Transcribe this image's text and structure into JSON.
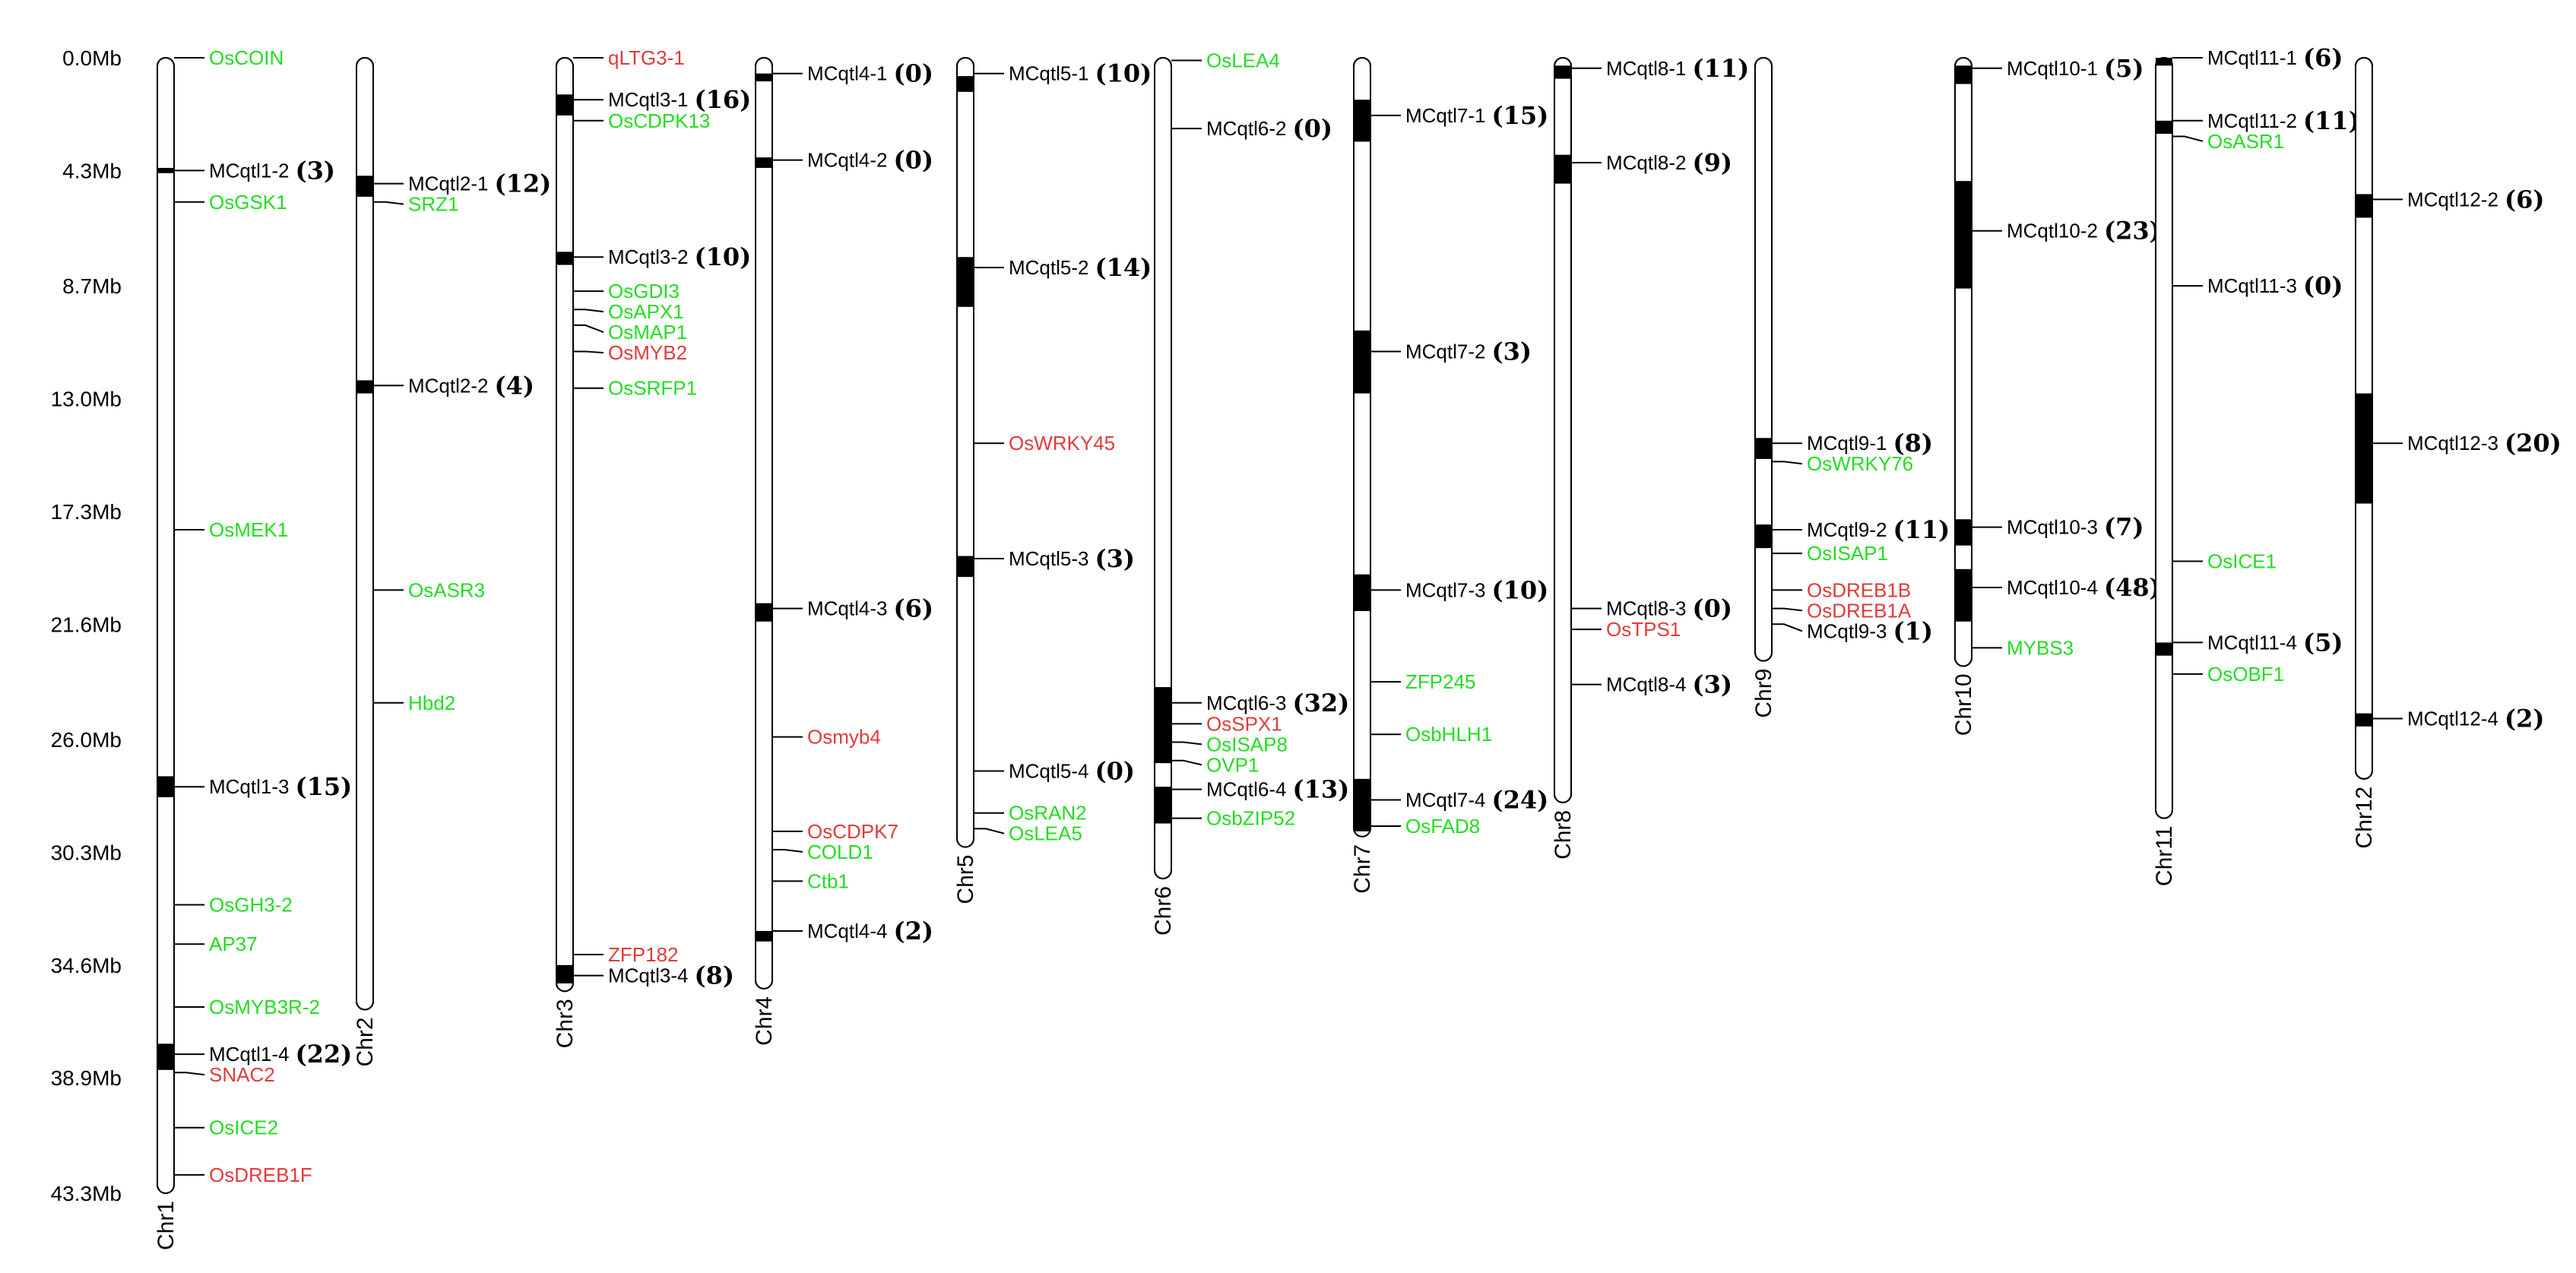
{
  "colors": {
    "green": "#22dd22",
    "red": "#e23a3a",
    "black": "#000000"
  },
  "axis": {
    "unit": "Mb",
    "max": 43.3,
    "ticks": [
      {
        "label": "0.0Mb",
        "value": 0.0
      },
      {
        "label": "4.3Mb",
        "value": 4.3
      },
      {
        "label": "8.7Mb",
        "value": 8.7
      },
      {
        "label": "13.0Mb",
        "value": 13.0
      },
      {
        "label": "17.3Mb",
        "value": 17.3
      },
      {
        "label": "21.6Mb",
        "value": 21.6
      },
      {
        "label": "26.0Mb",
        "value": 26.0
      },
      {
        "label": "30.3Mb",
        "value": 30.3
      },
      {
        "label": "34.6Mb",
        "value": 34.6
      },
      {
        "label": "38.9Mb",
        "value": 38.9
      },
      {
        "label": "43.3Mb",
        "value": 43.3
      }
    ]
  },
  "chromosomes": [
    {
      "name": "Chr1",
      "length": 43.3,
      "blocks": [
        {
          "start": 4.2,
          "end": 4.4
        },
        {
          "start": 27.4,
          "end": 28.2
        },
        {
          "start": 37.6,
          "end": 38.6
        }
      ],
      "markers": [
        {
          "pos": 0.0,
          "label": "OsCOIN",
          "color": "green"
        },
        {
          "pos": 4.3,
          "label": "MCqtl1-2",
          "count": "(3)",
          "color": "black"
        },
        {
          "pos": 5.5,
          "label": "OsGSK1",
          "color": "green"
        },
        {
          "pos": 18.0,
          "label": "OsMEK1",
          "color": "green"
        },
        {
          "pos": 27.8,
          "label": "MCqtl1-3",
          "count": "(15)",
          "color": "black"
        },
        {
          "pos": 32.3,
          "label": "OsGH3-2",
          "color": "green"
        },
        {
          "pos": 33.8,
          "label": "AP37",
          "color": "green"
        },
        {
          "pos": 36.2,
          "label": "OsMYB3R-2",
          "color": "green"
        },
        {
          "pos": 38.0,
          "label": "MCqtl1-4",
          "count": "(22)",
          "color": "black"
        },
        {
          "pos": 38.7,
          "label": "SNAC2",
          "color": "red"
        },
        {
          "pos": 40.8,
          "label": "OsICE2",
          "color": "green"
        },
        {
          "pos": 42.6,
          "label": "OsDREB1F",
          "color": "red"
        }
      ]
    },
    {
      "name": "Chr2",
      "length": 36.3,
      "blocks": [
        {
          "start": 4.5,
          "end": 5.3
        },
        {
          "start": 12.3,
          "end": 12.8
        }
      ],
      "markers": [
        {
          "pos": 4.8,
          "label": "MCqtl2-1",
          "count": "(12)",
          "color": "black"
        },
        {
          "pos": 5.5,
          "label": "SRZ1",
          "color": "green"
        },
        {
          "pos": 12.5,
          "label": "MCqtl2-2",
          "count": "(4)",
          "color": "black"
        },
        {
          "pos": 20.3,
          "label": "OsASR3",
          "color": "green"
        },
        {
          "pos": 24.6,
          "label": "Hbd2",
          "color": "green"
        }
      ]
    },
    {
      "name": "Chr3",
      "length": 35.6,
      "blocks": [
        {
          "start": 1.4,
          "end": 2.2
        },
        {
          "start": 7.4,
          "end": 7.9
        },
        {
          "start": 34.6,
          "end": 35.3
        }
      ],
      "markers": [
        {
          "pos": 0.0,
          "label": "qLTG3-1",
          "color": "red"
        },
        {
          "pos": 1.6,
          "label": "MCqtl3-1",
          "count": "(16)",
          "color": "black"
        },
        {
          "pos": 2.4,
          "label": "OsCDPK13",
          "color": "green"
        },
        {
          "pos": 7.6,
          "label": "MCqtl3-2",
          "count": "(10)",
          "color": "black"
        },
        {
          "pos": 8.9,
          "label": "OsGDI3",
          "color": "green"
        },
        {
          "pos": 9.6,
          "label": "OsAPX1",
          "color": "green"
        },
        {
          "pos": 10.2,
          "label": "OsMAP1",
          "color": "green"
        },
        {
          "pos": 11.2,
          "label": "OsMYB2",
          "color": "red"
        },
        {
          "pos": 12.6,
          "label": "OsSRFP1",
          "color": "green"
        },
        {
          "pos": 34.2,
          "label": "ZFP182",
          "color": "red"
        },
        {
          "pos": 35.0,
          "label": "MCqtl3-4",
          "count": "(8)",
          "color": "black"
        }
      ]
    },
    {
      "name": "Chr4",
      "length": 35.5,
      "blocks": [
        {
          "start": 0.6,
          "end": 0.9
        },
        {
          "start": 3.8,
          "end": 4.2
        },
        {
          "start": 20.8,
          "end": 21.5
        },
        {
          "start": 33.3,
          "end": 33.7
        }
      ],
      "markers": [
        {
          "pos": 0.6,
          "label": "MCqtl4-1",
          "count": "(0)",
          "color": "black"
        },
        {
          "pos": 3.9,
          "label": "MCqtl4-2",
          "count": "(0)",
          "color": "black"
        },
        {
          "pos": 21.0,
          "label": "MCqtl4-3",
          "count": "(6)",
          "color": "black"
        },
        {
          "pos": 25.9,
          "label": "Osmyb4",
          "color": "red"
        },
        {
          "pos": 29.5,
          "label": "OsCDPK7",
          "color": "red"
        },
        {
          "pos": 30.2,
          "label": "COLD1",
          "color": "green"
        },
        {
          "pos": 31.4,
          "label": "Ctb1",
          "color": "green"
        },
        {
          "pos": 33.3,
          "label": "MCqtl4-4",
          "count": "(2)",
          "color": "black"
        }
      ]
    },
    {
      "name": "Chr5",
      "length": 30.1,
      "blocks": [
        {
          "start": 0.7,
          "end": 1.3
        },
        {
          "start": 7.6,
          "end": 9.5
        },
        {
          "start": 19.0,
          "end": 19.8
        }
      ],
      "markers": [
        {
          "pos": 0.6,
          "label": "MCqtl5-1",
          "count": "(10)",
          "color": "black"
        },
        {
          "pos": 8.0,
          "label": "MCqtl5-2",
          "count": "(14)",
          "color": "black"
        },
        {
          "pos": 14.7,
          "label": "OsWRKY45",
          "color": "red"
        },
        {
          "pos": 19.1,
          "label": "MCqtl5-3",
          "count": "(3)",
          "color": "black"
        },
        {
          "pos": 27.2,
          "label": "MCqtl5-4",
          "count": "(0)",
          "color": "black"
        },
        {
          "pos": 28.8,
          "label": "OsRAN2",
          "color": "green"
        },
        {
          "pos": 29.4,
          "label": "OsLEA5",
          "color": "green"
        }
      ]
    },
    {
      "name": "Chr6",
      "length": 31.3,
      "blocks": [
        {
          "start": 24.0,
          "end": 26.9
        },
        {
          "start": 27.8,
          "end": 29.2
        }
      ],
      "markers": [
        {
          "pos": 0.1,
          "label": "OsLEA4",
          "color": "green"
        },
        {
          "pos": 2.7,
          "label": "MCqtl6-2",
          "count": "(0)",
          "color": "black"
        },
        {
          "pos": 24.6,
          "label": "MCqtl6-3",
          "count": "(32)",
          "color": "black"
        },
        {
          "pos": 25.4,
          "label": "OsSPX1",
          "color": "red"
        },
        {
          "pos": 26.1,
          "label": "OsISAP8",
          "color": "green"
        },
        {
          "pos": 26.8,
          "label": "OVP1",
          "color": "green"
        },
        {
          "pos": 27.9,
          "label": "MCqtl6-4",
          "count": "(13)",
          "color": "black"
        },
        {
          "pos": 29.0,
          "label": "OsbZIP52",
          "color": "green"
        }
      ]
    },
    {
      "name": "Chr7",
      "length": 29.7,
      "blocks": [
        {
          "start": 1.6,
          "end": 3.2
        },
        {
          "start": 10.4,
          "end": 12.8
        },
        {
          "start": 19.7,
          "end": 21.1
        },
        {
          "start": 27.5,
          "end": 29.5
        }
      ],
      "markers": [
        {
          "pos": 2.2,
          "label": "MCqtl7-1",
          "count": "(15)",
          "color": "black"
        },
        {
          "pos": 11.2,
          "label": "MCqtl7-2",
          "count": "(3)",
          "color": "black"
        },
        {
          "pos": 20.3,
          "label": "MCqtl7-3",
          "count": "(10)",
          "color": "black"
        },
        {
          "pos": 23.8,
          "label": "ZFP245",
          "color": "green"
        },
        {
          "pos": 25.8,
          "label": "OsbHLH1",
          "color": "green"
        },
        {
          "pos": 28.3,
          "label": "MCqtl7-4",
          "count": "(24)",
          "color": "black"
        },
        {
          "pos": 29.3,
          "label": "OsFAD8",
          "color": "green"
        }
      ]
    },
    {
      "name": "Chr8",
      "length": 28.4,
      "blocks": [
        {
          "start": 0.3,
          "end": 0.8
        },
        {
          "start": 3.7,
          "end": 4.8
        }
      ],
      "markers": [
        {
          "pos": 0.4,
          "label": "MCqtl8-1",
          "count": "(11)",
          "color": "black"
        },
        {
          "pos": 4.0,
          "label": "MCqtl8-2",
          "count": "(9)",
          "color": "black"
        },
        {
          "pos": 21.0,
          "label": "MCqtl8-3",
          "count": "(0)",
          "color": "black"
        },
        {
          "pos": 21.8,
          "label": "OsTPS1",
          "color": "red"
        },
        {
          "pos": 23.9,
          "label": "MCqtl8-4",
          "count": "(3)",
          "color": "black"
        }
      ]
    },
    {
      "name": "Chr9",
      "length": 23.0,
      "blocks": [
        {
          "start": 14.5,
          "end": 15.3
        },
        {
          "start": 17.8,
          "end": 18.7
        }
      ],
      "markers": [
        {
          "pos": 14.7,
          "label": "MCqtl9-1",
          "count": "(8)",
          "color": "black"
        },
        {
          "pos": 15.4,
          "label": "OsWRKY76",
          "color": "green"
        },
        {
          "pos": 18.0,
          "label": "MCqtl9-2",
          "count": "(11)",
          "color": "black"
        },
        {
          "pos": 18.9,
          "label": "OsISAP1",
          "color": "green"
        },
        {
          "pos": 20.3,
          "label": "OsDREB1B",
          "color": "red"
        },
        {
          "pos": 21.0,
          "label": "OsDREB1A",
          "color": "red"
        },
        {
          "pos": 21.6,
          "label": "MCqtl9-3",
          "count": "(1)",
          "color": "black"
        }
      ]
    },
    {
      "name": "Chr10",
      "length": 23.2,
      "blocks": [
        {
          "start": 0.3,
          "end": 1.0
        },
        {
          "start": 4.7,
          "end": 8.8
        },
        {
          "start": 17.6,
          "end": 18.6
        },
        {
          "start": 19.5,
          "end": 21.5
        }
      ],
      "markers": [
        {
          "pos": 0.4,
          "label": "MCqtl10-1",
          "count": "(5)",
          "color": "black"
        },
        {
          "pos": 6.6,
          "label": "MCqtl10-2",
          "count": "(23)",
          "color": "black"
        },
        {
          "pos": 17.9,
          "label": "MCqtl10-3",
          "count": "(7)",
          "color": "black"
        },
        {
          "pos": 20.2,
          "label": "MCqtl10-4",
          "count": "(48)",
          "color": "black"
        },
        {
          "pos": 22.5,
          "label": "MYBS3",
          "color": "green"
        }
      ]
    },
    {
      "name": "Chr11",
      "length": 29.0,
      "blocks": [
        {
          "start": 0.0,
          "end": 0.3
        },
        {
          "start": 2.4,
          "end": 2.9
        },
        {
          "start": 22.3,
          "end": 22.8
        }
      ],
      "markers": [
        {
          "pos": 0.0,
          "label": "MCqtl11-1",
          "count": "(6)",
          "color": "black"
        },
        {
          "pos": 2.4,
          "label": "MCqtl11-2",
          "count": "(11)",
          "color": "black"
        },
        {
          "pos": 3.0,
          "label": "OsASR1",
          "color": "green"
        },
        {
          "pos": 8.7,
          "label": "MCqtl11-3",
          "count": "(0)",
          "color": "black"
        },
        {
          "pos": 19.2,
          "label": "OsICE1",
          "color": "green"
        },
        {
          "pos": 22.3,
          "label": "MCqtl11-4",
          "count": "(5)",
          "color": "black"
        },
        {
          "pos": 23.5,
          "label": "OsOBF1",
          "color": "green"
        }
      ]
    },
    {
      "name": "Chr12",
      "length": 27.5,
      "blocks": [
        {
          "start": 5.2,
          "end": 6.1
        },
        {
          "start": 12.8,
          "end": 17.0
        },
        {
          "start": 25.0,
          "end": 25.5
        }
      ],
      "markers": [
        {
          "pos": 5.4,
          "label": "MCqtl12-2",
          "count": "(6)",
          "color": "black"
        },
        {
          "pos": 14.7,
          "label": "MCqtl12-3",
          "count": "(20)",
          "color": "black"
        },
        {
          "pos": 25.2,
          "label": "MCqtl12-4",
          "count": "(2)",
          "color": "black"
        }
      ]
    }
  ]
}
